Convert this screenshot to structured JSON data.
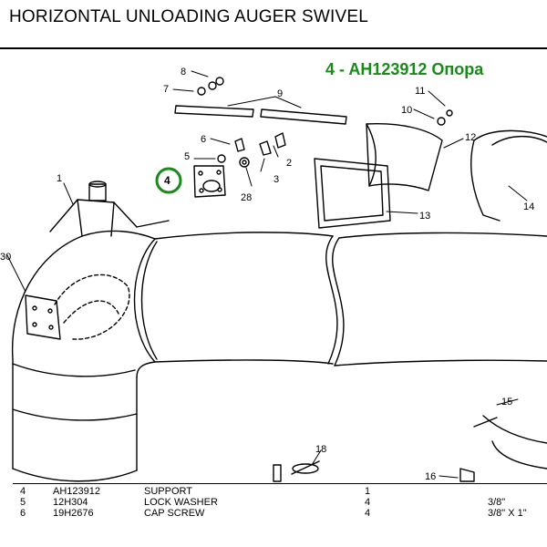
{
  "title": "HORIZONTAL UNLOADING AUGER SWIVEL",
  "highlight_label": "4 - AH123912 Опора",
  "accent_color": "#1a8a1a",
  "callouts": {
    "c1": "1",
    "c2": "2",
    "c3": "3",
    "c4": "4",
    "c5": "5",
    "c6": "6",
    "c7": "7",
    "c8": "8",
    "c9": "9",
    "c10": "10",
    "c11": "11",
    "c12": "12",
    "c13": "13",
    "c14": "14",
    "c15": "15",
    "c16": "16",
    "c18": "18",
    "c28": "28",
    "c30": "30"
  },
  "parts": [
    {
      "no": "4",
      "part": "AH123912",
      "desc": "SUPPORT",
      "qty": "1",
      "size": ""
    },
    {
      "no": "5",
      "part": "12H304",
      "desc": "LOCK WASHER",
      "qty": "4",
      "size": "3/8\""
    },
    {
      "no": "6",
      "part": "19H2676",
      "desc": "CAP SCREW",
      "qty": "4",
      "size": "3/8\" X 1\""
    }
  ],
  "visible_ref": "1"
}
